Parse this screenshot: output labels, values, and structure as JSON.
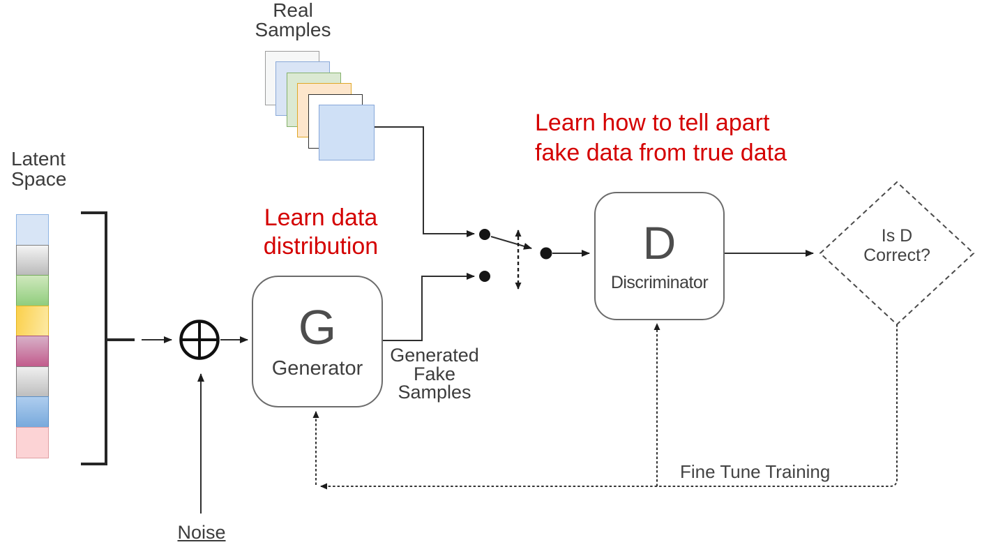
{
  "real_stack": {
    "label": "Real\nSamples",
    "cards": [
      {
        "fill": "#f6f7f7",
        "border": "#9b9b9b"
      },
      {
        "fill": "#d9e4f5",
        "border": "#89a8d8"
      },
      {
        "fill": "#dbe9d2",
        "border": "#84b06a"
      },
      {
        "fill": "#fde6cc",
        "border": "#dfa726"
      },
      {
        "fill": "#ffffff",
        "border": "#2e2e2e"
      },
      {
        "fill": "#cfe0f6",
        "border": "#86a6d8"
      }
    ]
  },
  "latent": {
    "label": "Latent\nSpace",
    "cells": [
      {
        "fill": "#d8e5f6",
        "border": "#8db3e2"
      },
      {
        "fill": "linear-gradient(180deg,#f4f4f4,#b9b9b9)",
        "border": "#7f7f7f"
      },
      {
        "fill": "linear-gradient(180deg,#cfe8bd,#90cd7d)",
        "border": "#74a95c"
      },
      {
        "fill": "linear-gradient(100deg,#fbd04b,#fdeaa6)",
        "border": "#e3b422"
      },
      {
        "fill": "linear-gradient(180deg,#d7b0c8,#c25c8c)",
        "border": "#a64d79"
      },
      {
        "fill": "linear-gradient(180deg,#efefef,#bdbdbd)",
        "border": "#7f7f7f"
      },
      {
        "fill": "linear-gradient(180deg,#aecdee,#78a9dc)",
        "border": "#5b8ec4"
      },
      {
        "fill": "#fcd3d5",
        "border": "#df9fa3"
      }
    ]
  },
  "annotations": {
    "learn_data": "Learn data\ndistribution",
    "learn_tell": "Learn how to tell apart\nfake data from true data",
    "color": "#d40000"
  },
  "generator": {
    "letter": "G",
    "label": "Generator"
  },
  "discriminator": {
    "letter": "D",
    "label": "Discriminator"
  },
  "decision": {
    "text": "Is D\nCorrect?"
  },
  "flow": {
    "generated": "Generated\nFake\nSamples",
    "noise": "Noise",
    "fine_tune": "Fine Tune Training"
  },
  "icons": {
    "combiner": "plus-circle-icon",
    "switch_toggle": "double-arrow-dashed-icon",
    "bracket": "selection-bracket-icon"
  },
  "colors": {
    "line": "#2e2e2e",
    "text": "#3c3c3c",
    "box_border": "#6b6b6b"
  }
}
